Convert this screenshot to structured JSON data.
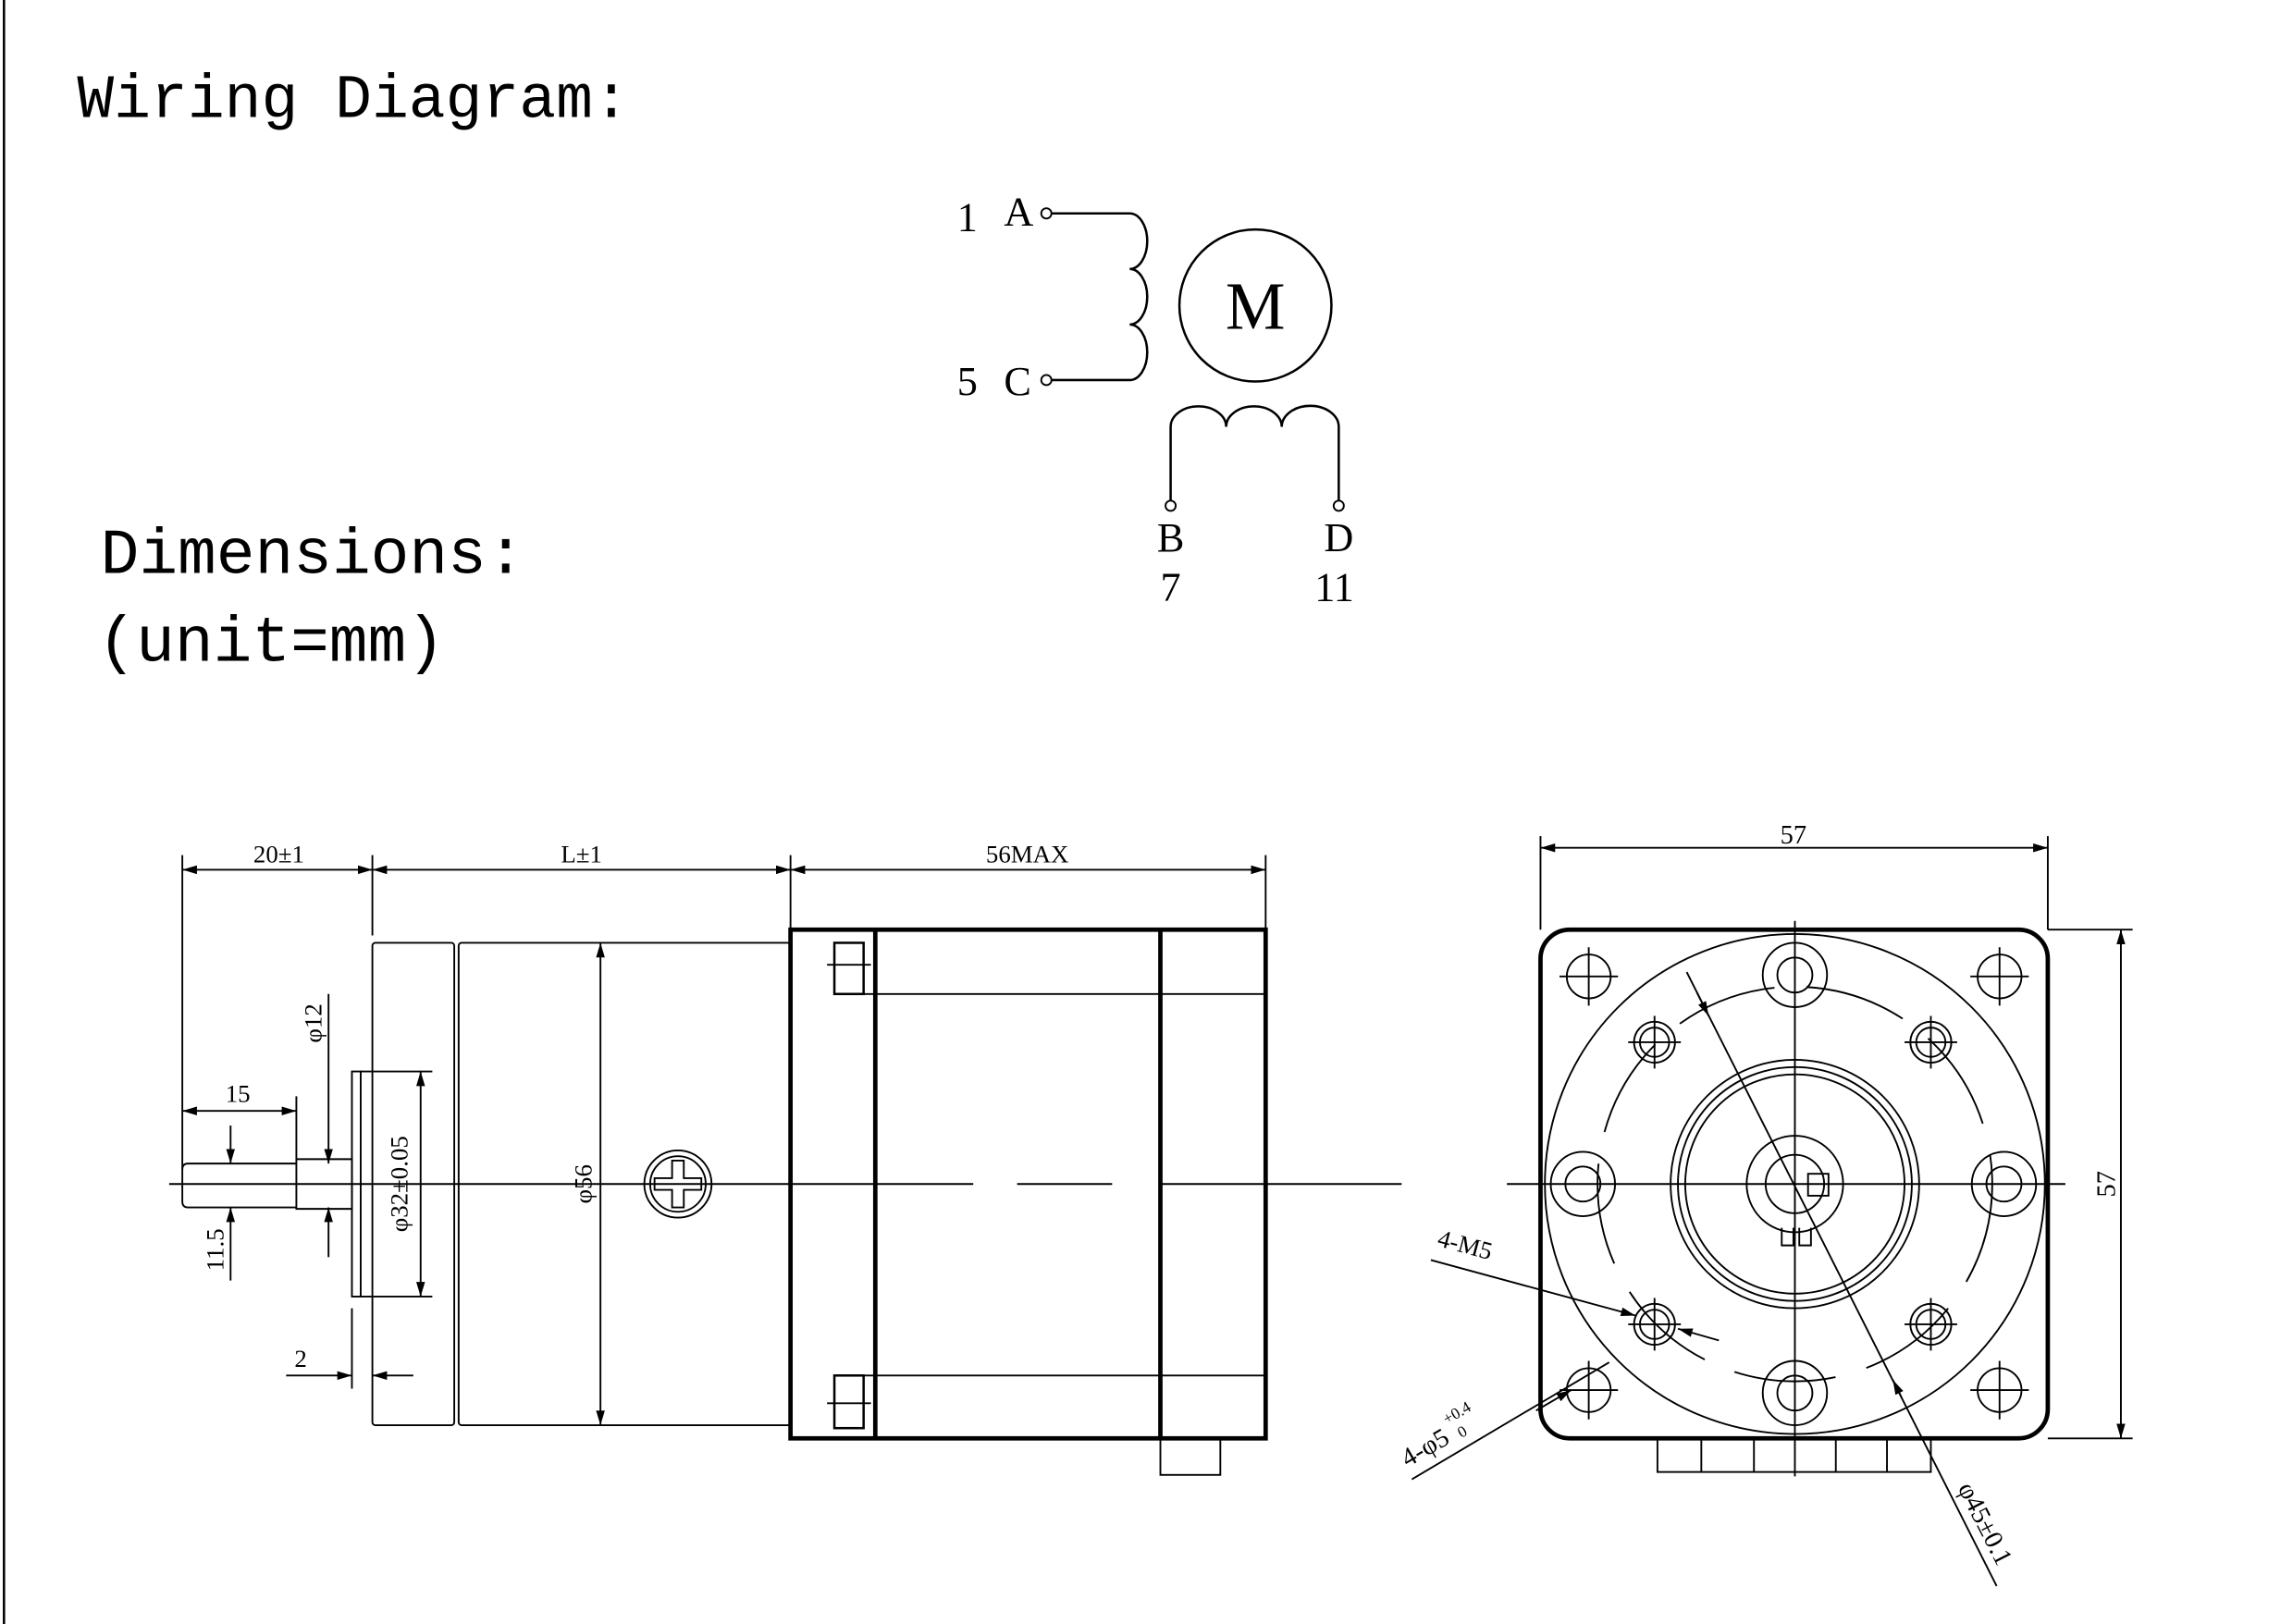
{
  "headings": {
    "wiring": "Wiring Diagram:",
    "dimensions": "Dimensions:",
    "unit": "(unit=mm)"
  },
  "wiring": {
    "motor_label": "M",
    "terminals": [
      {
        "pin": "1",
        "letter": "A"
      },
      {
        "pin": "5",
        "letter": "C"
      },
      {
        "pin": "7",
        "letter": "B"
      },
      {
        "pin": "11",
        "letter": "D"
      }
    ]
  },
  "side_view": {
    "dim_shaft_len": "20±1",
    "dim_gearbox_len": "L±1",
    "dim_motor_len": "56MAX",
    "dim_shaft_dia": "φ12",
    "dim_flat_len": "15",
    "dim_flat": "11.5",
    "dim_boss_dia": "φ32±0.05",
    "dim_gearbox_dia": "φ56",
    "dim_boss_thk": "2"
  },
  "front_view": {
    "dim_width": "57",
    "dim_height": "57",
    "thread_holes": "4-M5",
    "mount_holes": "4-φ5",
    "mount_tol_upper": "+0.4",
    "mount_tol_lower": "0",
    "bolt_circle": "φ45±0.1"
  }
}
